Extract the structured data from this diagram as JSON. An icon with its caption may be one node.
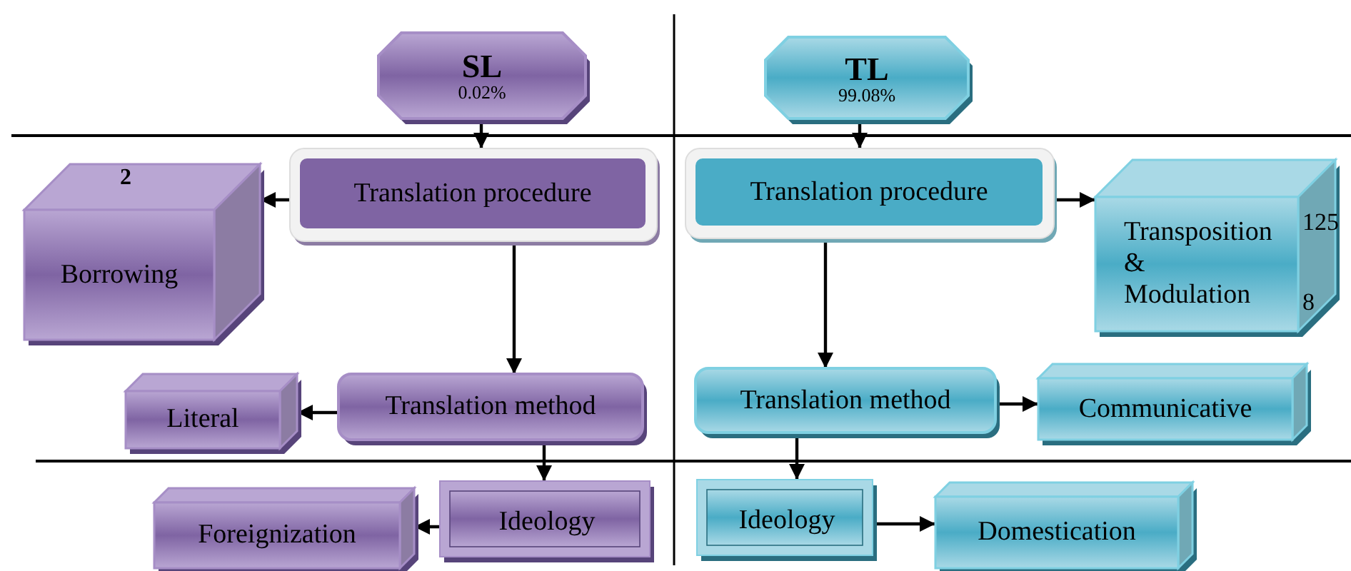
{
  "diagram": {
    "nodes": [
      {
        "text": [
          "SL",
          "0.02%"
        ]
      },
      {
        "text": [
          "TL",
          "99.08%"
        ]
      },
      {
        "text": [
          "Translation procedure"
        ]
      },
      {
        "text": [
          "2",
          "Borrowing"
        ]
      },
      {
        "text": [
          "Translation method"
        ]
      },
      {
        "text": [
          "Literal"
        ]
      },
      {
        "text": [
          "Ideology"
        ]
      },
      {
        "text": [
          "Foreignization"
        ]
      },
      {
        "text": [
          "Translation procedure"
        ]
      },
      {
        "text": [
          "Transposition & Modulation",
          "125",
          "8"
        ]
      },
      {
        "text": [
          "Translation method"
        ]
      },
      {
        "text": [
          "Communicative"
        ]
      },
      {
        "text": [
          "Ideology"
        ]
      },
      {
        "text": [
          "Domestication"
        ]
      }
    ],
    "edges": [
      {
        "from": 0,
        "to": 2,
        "arrow": "to"
      },
      {
        "from": 2,
        "to": 3,
        "arrow": "to"
      },
      {
        "from": 2,
        "to": 4,
        "arrow": "to"
      },
      {
        "from": 4,
        "to": 5,
        "arrow": "to"
      },
      {
        "from": 4,
        "to": 6,
        "arrow": "to"
      },
      {
        "from": 6,
        "to": 7,
        "arrow": "to"
      },
      {
        "from": 1,
        "to": 8,
        "arrow": "to"
      },
      {
        "from": 8,
        "to": 9,
        "arrow": "to"
      },
      {
        "from": 8,
        "to": 10,
        "arrow": "to"
      },
      {
        "from": 10,
        "to": 11,
        "arrow": "to"
      },
      {
        "from": 10,
        "to": 12,
        "arrow": "to"
      },
      {
        "from": 12,
        "to": 13,
        "arrow": "to"
      }
    ]
  }
}
